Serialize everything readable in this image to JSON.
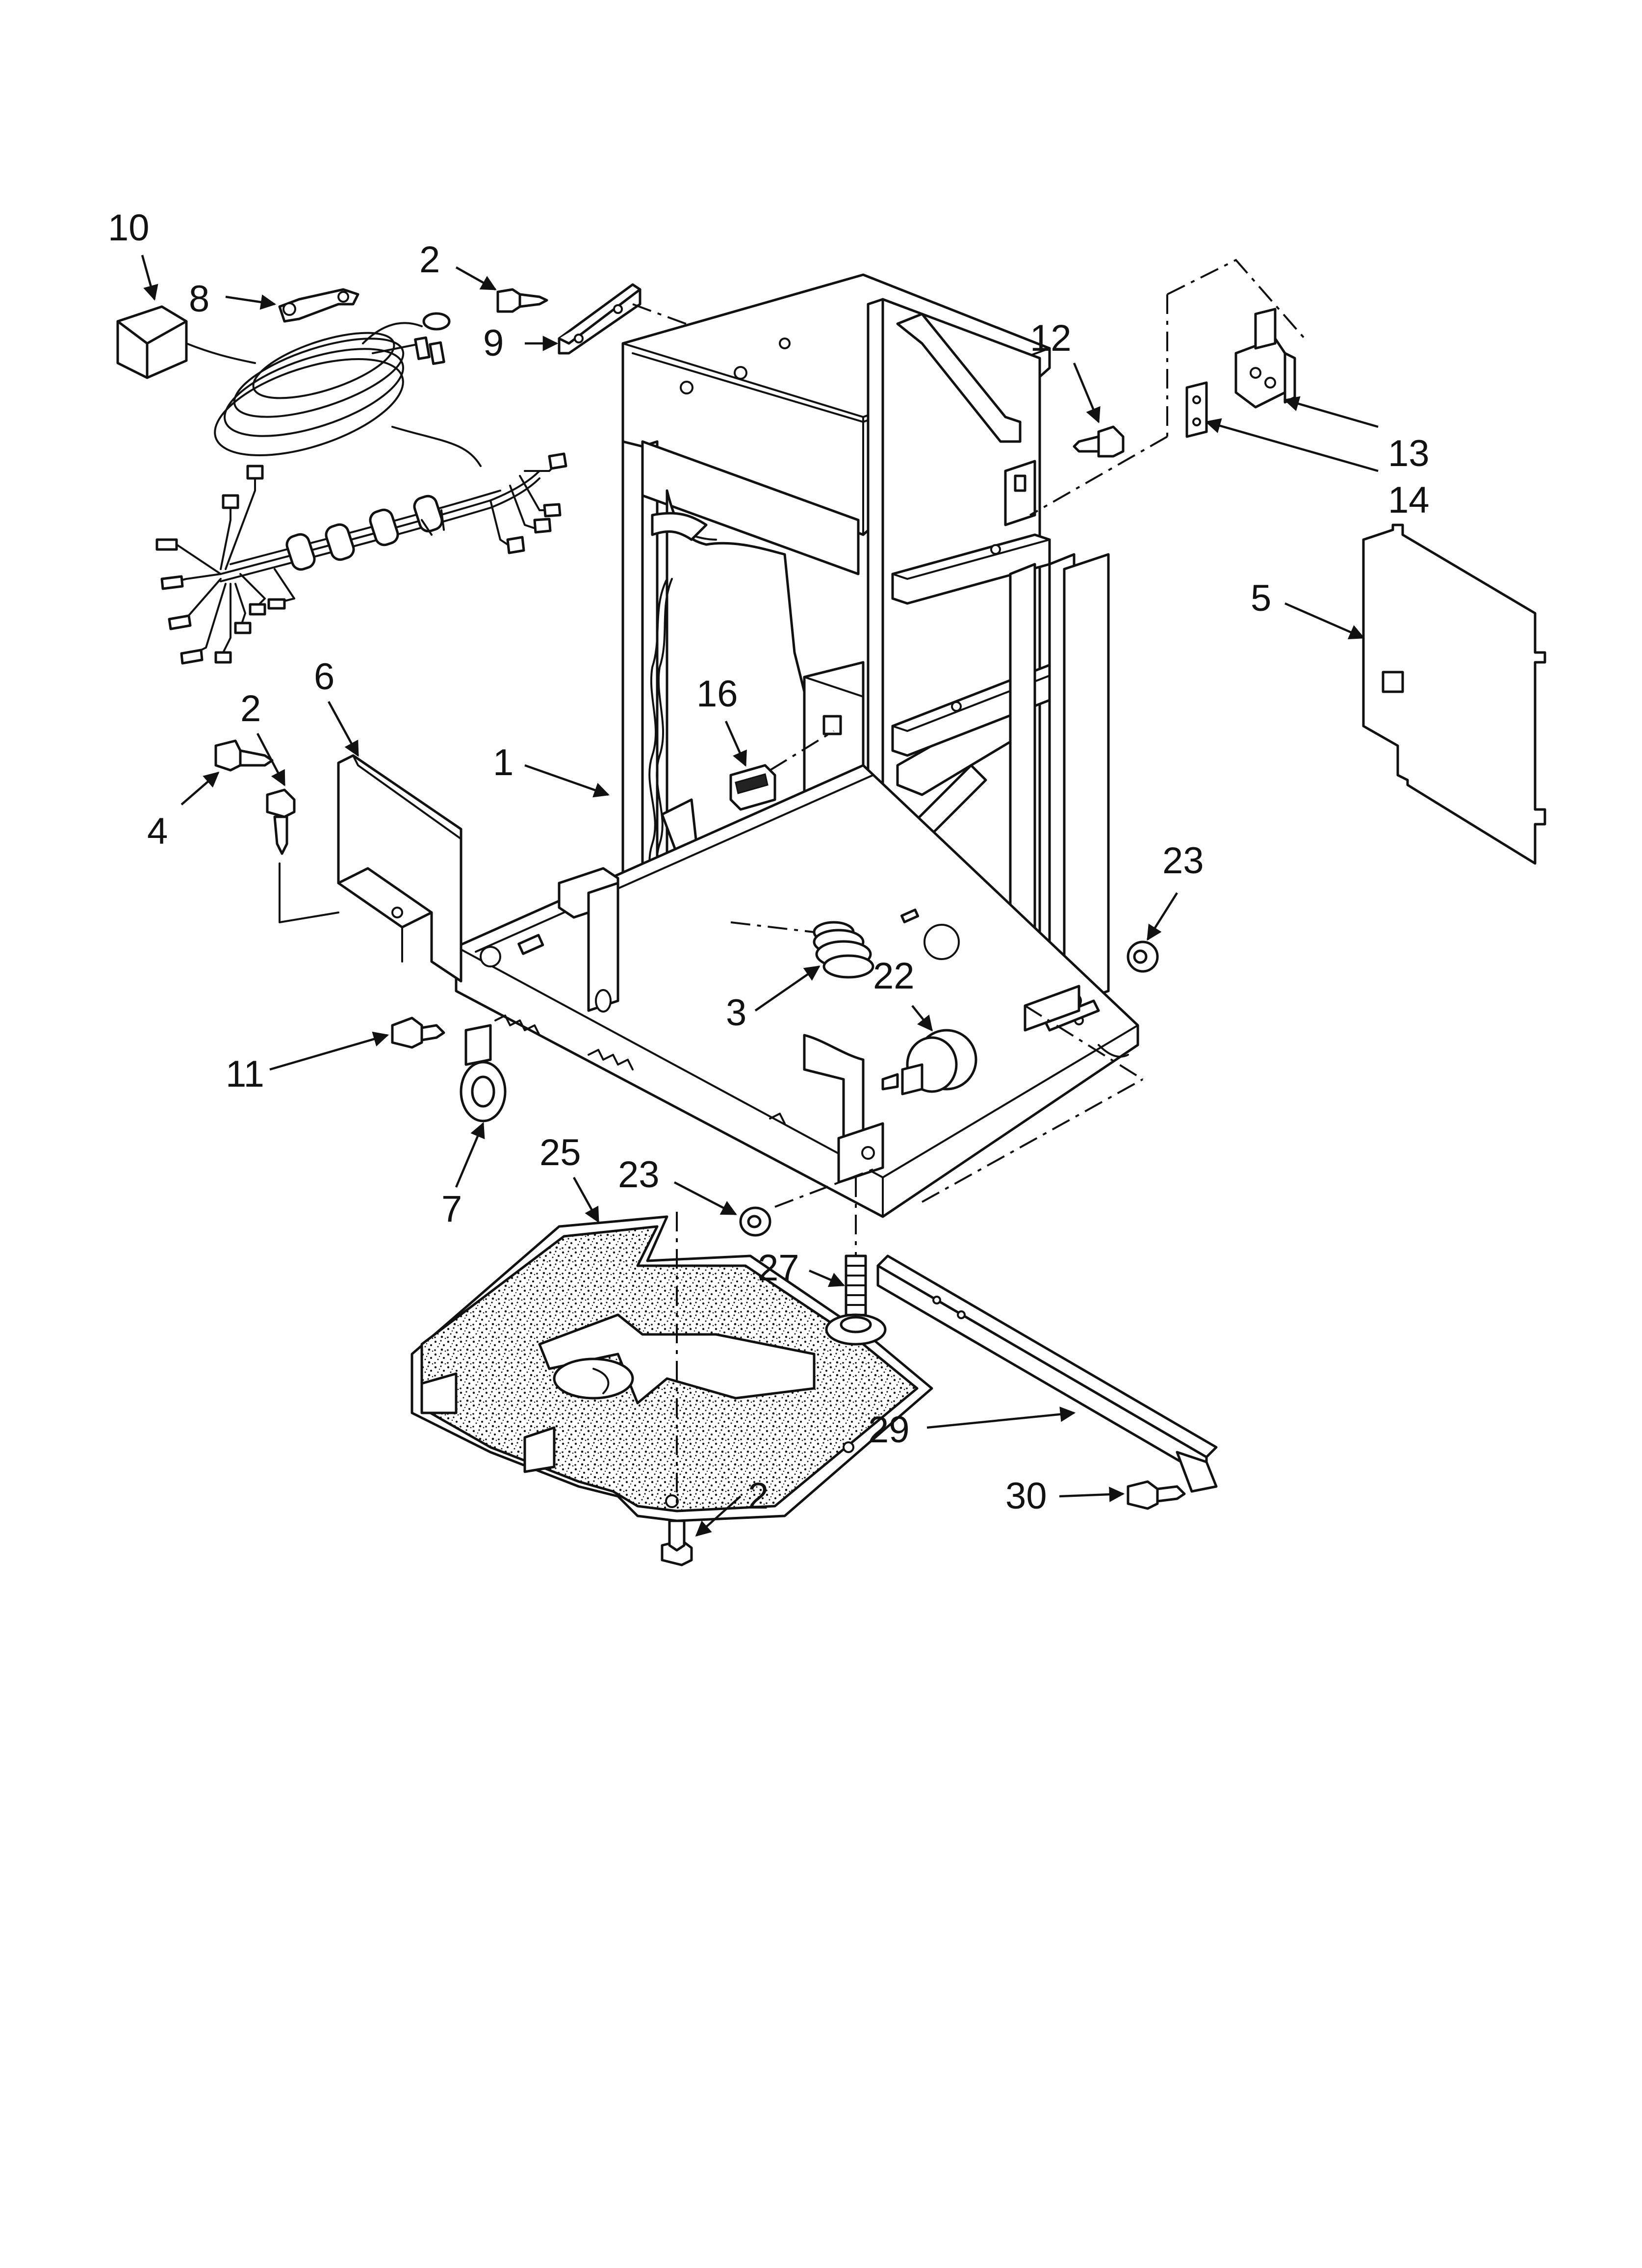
{
  "diagram": {
    "callouts": {
      "c1": "1",
      "c2a": "2",
      "c2b": "2",
      "c2c": "2",
      "c3": "3",
      "c4": "4",
      "c5": "5",
      "c6": "6",
      "c7": "7",
      "c8": "8",
      "c9": "9",
      "c10": "10",
      "c11": "11",
      "c12": "12",
      "c13": "13",
      "c14": "14",
      "c16": "16",
      "c22": "22",
      "c23a": "23",
      "c23b": "23",
      "c25": "25",
      "c27": "27",
      "c29": "29",
      "c30": "30"
    },
    "colors": {
      "line": "#111111",
      "background": "#ffffff",
      "foam": "#bbbbbb"
    }
  }
}
